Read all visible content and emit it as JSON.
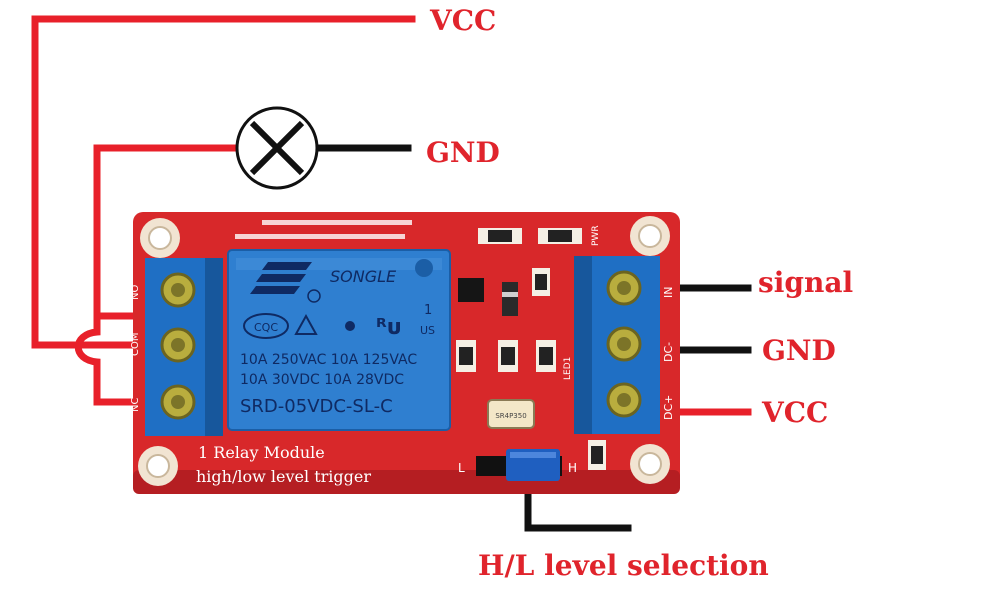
{
  "labels": {
    "top_vcc": "VCC",
    "lamp_gnd": "GND",
    "signal": "signal",
    "right_gnd": "GND",
    "right_vcc": "VCC",
    "hl_selection": "H/L level selection"
  },
  "module": {
    "title_line1": "1 Relay  Module",
    "title_line2": "high/low level trigger",
    "relay_brand": "SONGLE",
    "relay_rating_1": "10A 250VAC  10A 125VAC",
    "relay_rating_2": "10A  30VDC  10A 28VDC",
    "relay_model": "SRD-05VDC-SL-C",
    "relay_cert": "CQC",
    "relay_ul": "US",
    "relay_one": "1",
    "pin_in": "IN",
    "pin_dc_minus": "DC-",
    "pin_dc_plus": "DC+",
    "left_pin_no": "NO",
    "left_pin_com": "COM",
    "left_pin_nc": "NC",
    "jumper_l": "L",
    "jumper_h": "H",
    "pwr_mark": "PWR",
    "led_mark": "LED1",
    "crystal_mark": "SR4P350"
  },
  "colors": {
    "wire_red": "#e8202a",
    "wire_black": "#111111",
    "pcb_red": "#d8282a",
    "terminal_blue": "#1f6fc4",
    "relay_blue": "#2f7fd0"
  }
}
